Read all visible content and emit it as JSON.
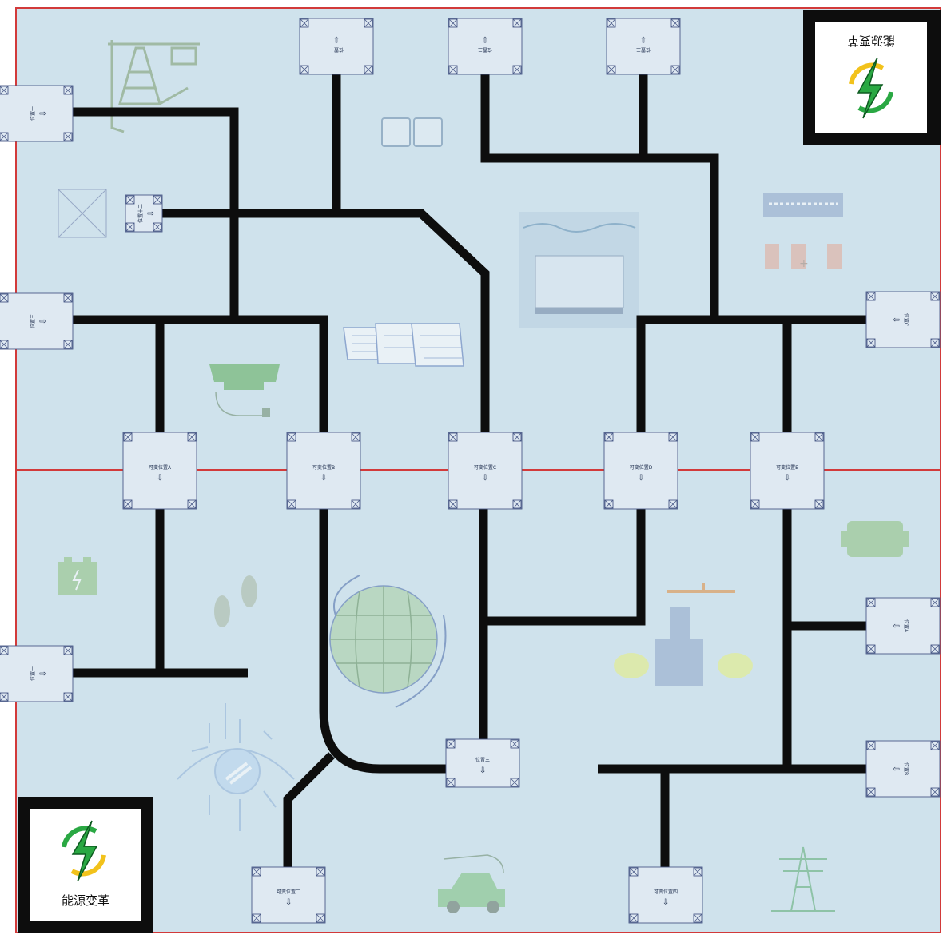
{
  "board": {
    "background": "#cfe2ec",
    "line_color": "#0d0d0d",
    "border_color": "#d23a3a"
  },
  "start_zone": {
    "label": "能源变革",
    "mirrored_label": "能源变革",
    "icon": "energy-lightning-recycle-icon",
    "icon_colors": [
      "#2aa843",
      "#f2c21b"
    ]
  },
  "task_positions": [
    {
      "id": "A",
      "label": "可变位置A"
    },
    {
      "id": "B",
      "label": "可变位置B"
    },
    {
      "id": "C",
      "label": "可变位置C"
    },
    {
      "id": "D",
      "label": "可变位置D"
    },
    {
      "id": "E",
      "label": "可变位置E"
    }
  ],
  "stations": [
    {
      "id": "bottom-left",
      "label": "可变位置二"
    },
    {
      "id": "bottom-right",
      "label": "可变位置四"
    },
    {
      "id": "center",
      "label": "位置三"
    },
    {
      "id": "left-middle",
      "label": "位置一"
    },
    {
      "id": "right-a",
      "label": "位置A"
    },
    {
      "id": "right-b",
      "label": "位置B"
    },
    {
      "id": "right-c",
      "label": "位置C"
    },
    {
      "id": "top-1",
      "label": "位置一"
    },
    {
      "id": "top-2",
      "label": "位置二"
    },
    {
      "id": "top-3",
      "label": "位置三"
    },
    {
      "id": "left-1",
      "label": "位置一"
    },
    {
      "id": "left-2",
      "label": "位置十二"
    },
    {
      "id": "left-3",
      "label": "位置三"
    }
  ],
  "decorations": [
    "oil-pump-icon",
    "battery-pack-icon",
    "solar-panels-icon",
    "hydro-dam-icon",
    "control-panel-icon",
    "ev-car-charging-icon",
    "car-battery-icon",
    "footprints-icon",
    "globe-icon",
    "valve-icon",
    "engine-icon",
    "smart-eye-icon",
    "electric-car-icon",
    "power-tower-icon"
  ]
}
